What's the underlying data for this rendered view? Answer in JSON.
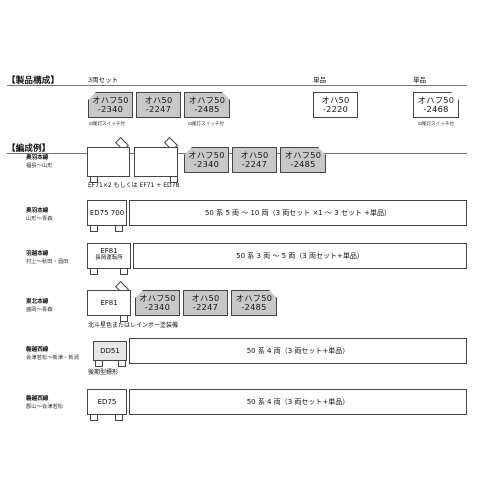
{
  "sections": {
    "product": {
      "title": "【製品構成】"
    },
    "formation": {
      "title": "【編成例】"
    }
  },
  "product": {
    "set_label": "3両セット",
    "single_label_1": "単品",
    "single_label_2": "単品",
    "set_cars": [
      {
        "line1": "オハフ50",
        "line2": "-2340"
      },
      {
        "line1": "オハ50",
        "line2": "-2247"
      },
      {
        "line1": "オハフ50",
        "line2": "-2485"
      }
    ],
    "switch_note": "尾灯スイッチ付",
    "single_1": {
      "line1": "オハ50",
      "line2": "-2220"
    },
    "single_2": {
      "line1": "オハフ50",
      "line2": "-2468"
    }
  },
  "formations": [
    {
      "route": "奥羽本線",
      "sub": "福島～山形",
      "caption": "EF71×2 もしくは EF71 + ED78",
      "cars": [
        {
          "line1": "オハフ50",
          "line2": "-2340"
        },
        {
          "line1": "オハ50",
          "line2": "-2247"
        },
        {
          "line1": "オハフ50",
          "line2": "-2485"
        }
      ]
    },
    {
      "route": "奥羽本線",
      "sub": "山形～青森",
      "loco": "ED75 700",
      "box": "50 系 5 両 ～ 10 両（3 両セット ×1 ～ 3 セット +単品）"
    },
    {
      "route": "羽越本線",
      "sub": "村上～秋田・酒田",
      "loco_line1": "EF81",
      "loco_line2": "長岡運転所",
      "box": "50 系 3 両 ～ 5 両（3 両セット+単品）"
    },
    {
      "route": "東北本線",
      "sub": "盛岡～青森",
      "loco": "EF81",
      "caption": "北斗星色またはレインボー塗装機",
      "cars": [
        {
          "line1": "オハフ50",
          "line2": "-2340"
        },
        {
          "line1": "オハ50",
          "line2": "-2247"
        },
        {
          "line1": "オハフ50",
          "line2": "-2485"
        }
      ]
    },
    {
      "route": "磐越西線",
      "sub": "会津若松～新津・新潟",
      "loco": "DD51",
      "caption": "後期型標形",
      "box": "50 系 4 両（3 両セット+単品）"
    },
    {
      "route": "磐越西線",
      "sub": "郡山～会津若松",
      "loco": "ED75",
      "box": "50 系 4 両（3 両セット+単品）"
    }
  ]
}
